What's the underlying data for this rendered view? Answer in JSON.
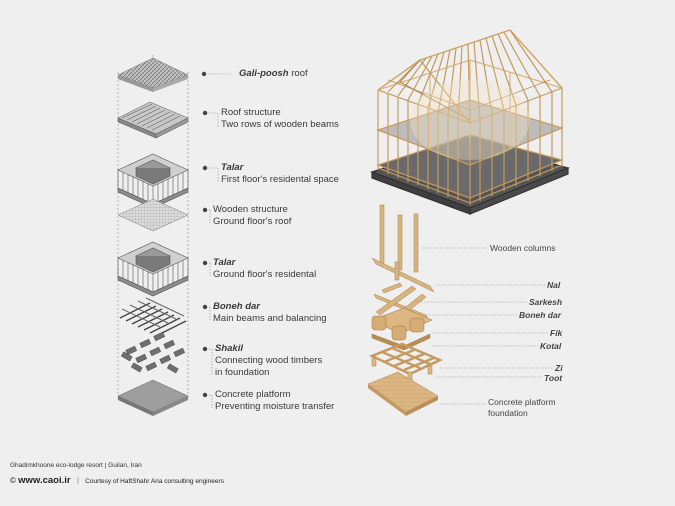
{
  "layers": [
    {
      "title": "Gali-poosh",
      "title_suffix": " roof",
      "desc": []
    },
    {
      "title": "",
      "title_suffix": "",
      "desc": [
        "Roof structure",
        "Two rows of wooden beams"
      ]
    },
    {
      "title": "Talar",
      "title_suffix": "",
      "desc": [
        "First floor's residental space"
      ]
    },
    {
      "title": "",
      "title_suffix": "",
      "desc": [
        "Wooden structure",
        "Ground floor's roof"
      ]
    },
    {
      "title": "Talar",
      "title_suffix": "",
      "desc": [
        "Ground floor's residental"
      ]
    },
    {
      "title": "Boneh dar",
      "title_suffix": "",
      "desc": [
        "Main beams and balancing"
      ]
    },
    {
      "title": "Shakil",
      "title_suffix": "",
      "desc": [
        "Connecting wood timbers",
        "in foundation"
      ]
    },
    {
      "title": "",
      "title_suffix": "",
      "desc": [
        "Concrete platform",
        "Preventing moisture transfer"
      ]
    }
  ],
  "components": [
    {
      "label": "Wooden columns",
      "italic": false
    },
    {
      "label": "Nal",
      "italic": true
    },
    {
      "label": "Sarkesh",
      "italic": true
    },
    {
      "label": "Boneh dar",
      "italic": true
    },
    {
      "label": "Fik",
      "italic": true
    },
    {
      "label": "Kotal",
      "italic": true
    },
    {
      "label": "Zi",
      "italic": true
    },
    {
      "label": "Toot",
      "italic": true
    },
    {
      "label": "Concrete platform",
      "italic": false
    },
    {
      "label": "foundation",
      "italic": false
    }
  ],
  "footer": {
    "project": "Ghadimkhoone eco-lodge resort  |  Guilan, Iran",
    "copyright_symbol": "©",
    "site": "www.caoi.ir",
    "separator": "|",
    "credit": "Courtesy of HaftShahr Aria consulting engineers"
  },
  "colors": {
    "wood": "#d9b47c",
    "wood_dark": "#a8814f",
    "grey": "#8a8a8a",
    "bg": "#efefef"
  }
}
